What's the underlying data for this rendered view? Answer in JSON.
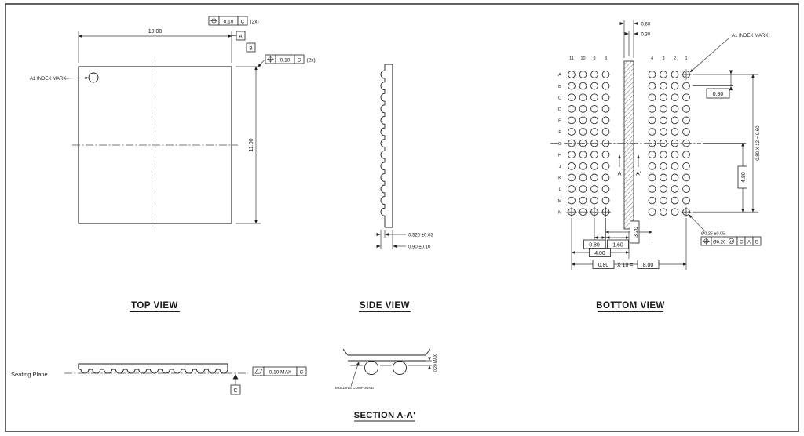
{
  "views": {
    "top": {
      "label": "TOP VIEW",
      "a1_index_mark": "A1 INDEX MARK",
      "width_dim": "10.00",
      "height_dim": "11.00",
      "fcf": {
        "tolerance": "0.10",
        "datum": "C",
        "count": "(2x)"
      },
      "datum_a": "A",
      "datum_b": "B"
    },
    "side": {
      "label": "SIDE VIEW",
      "ball_dim": "0.320 ±0.03",
      "thickness_dim": "0.90 ±0.10"
    },
    "bottom": {
      "label": "BOTTOM VIEW",
      "a1_index_mark": "A1 INDEX MARK",
      "col_labels_left": [
        "11",
        "10",
        "9",
        "8"
      ],
      "col_labels_right": [
        "4",
        "3",
        "2",
        "1"
      ],
      "row_labels": [
        "A",
        "B",
        "C",
        "D",
        "E",
        "F",
        "G",
        "H",
        "J",
        "K",
        "L",
        "M",
        "N"
      ],
      "crosshair_balls": [
        "A1",
        "N1",
        "N8",
        "N9",
        "N10",
        "N11"
      ],
      "hatch_width_dim": "0.60",
      "hatch_half_dim": "0.30",
      "row_pitch_dim": "0.80",
      "row_span_dim": "0.80 X 12 = 9.60",
      "row_half_span_dim": "4.80",
      "col_pitch_dim": "0.80",
      "gap_dim": "1.60",
      "inner_span_dim": "3.20",
      "center_offset_dim": "4.00",
      "col_span_pitch": "0.80",
      "col_span_eq": "X 10 =",
      "col_span_total": "8.00",
      "ball_note": "Ø0.25 ±0.05",
      "fcf": {
        "tolerance": "Ø0.20",
        "modifier": "M",
        "datum_1": "C",
        "datum_2": "A",
        "datum_3": "B"
      },
      "section_a": "A",
      "section_a_prime": "A'"
    },
    "seating": {
      "label": "Seating Plane",
      "fcf": {
        "tolerance": "0.10 MAX",
        "datum": "C"
      },
      "datum_c": "C"
    },
    "section": {
      "label": "SECTION A-A'",
      "molding_label": "MOLDING COMPOUND",
      "standoff_dim": "0.20 MAX"
    }
  }
}
